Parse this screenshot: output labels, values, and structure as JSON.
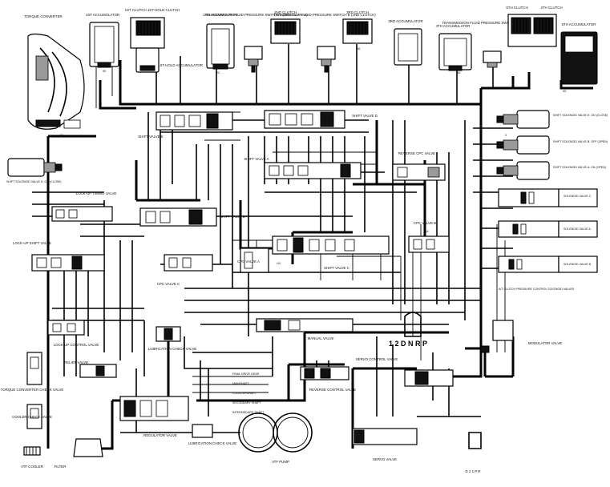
{
  "labels": {
    "torque_converter": "TORQUE CONVERTER",
    "first_accumulator": "1ST ACCUMULATOR",
    "first_clutch_hold": "1ST CLUTCH 1ST-HOLD CLUTCH",
    "first_hold_accumulator": "1ST-HOLD ACCUMULATOR",
    "second_accumulator": "2ND ACCUMULATOR",
    "tfp_switch_a": "TRANSMISSION FLUID PRESSURE SWITCH A (3RD CLUTCH)",
    "second_clutch": "2ND CLUTCH",
    "tfp_switch_b": "TRANSMISSION FLUID PRESSURE SWITCH B (2ND CLUTCH)",
    "third_clutch": "3RD CLUTCH",
    "third_accumulator": "3RD ACCUMULATOR",
    "fourth_accumulator": "4TH ACCUMULATOR",
    "tfp_switch_c": "TRANSMISSION FLUID PRESSURE SWITCH C (4TH CLUTCH)",
    "fifth_clutch": "5TH CLUTCH",
    "fourth_clutch": "4TH CLUTCH",
    "fifth_accumulator": "5TH ACCUMULATOR",
    "shift_solenoid_d": "SHIFT SOLENOID VALVE D: ON (CLOSE)",
    "shift_solenoid_e": "SHIFT SOLENOID VALVE E: ON (CLOSE)",
    "shift_solenoid_b": "SHIFT SOLENOID VALVE B: OFF (OPEN)",
    "shift_solenoid_a": "SHIFT SOLENOID VALVE A: ON (OPEN)",
    "solenoid_c": "SOLENOID VALVE C",
    "solenoid_a": "SOLENOID VALVE A",
    "solenoid_b": "SOLENOID VALVE B",
    "atf_clutch_pcsv": "A/T CLUTCH PRESSURE CONTROL SOLENOID VALVES",
    "shift_valve_e": "SHIFT VALVE E",
    "shift_valve_d": "SHIFT VALVE D",
    "shift_valve_a": "SHIFT VALVE A",
    "shift_valve_b": "SHIFT VALVE B",
    "shift_valve_c": "SHIFT VALVE C",
    "reverse_cpc_valve": "REVERSE CPC VALVE",
    "cpc_valve_a": "CPC VALVE A",
    "cpc_valve_b": "CPC VALVE B",
    "cpc_valve_c": "CPC VALVE C",
    "lockup_timing": "LOCK-UP TIMING VALVE",
    "lockup_shift": "LOCK-UP SHIFT VALVE",
    "lockup_control": "LOCK-UP CONTROL VALVE",
    "relief_valve": "RELIEF VALVE",
    "torque_check": "TORQUE CONVERTER CHECK VALVE",
    "cooler_check": "COOLER CHECK VALVE",
    "atf_cooler": "ATF COOLER",
    "filter": "FILTER",
    "lubrication_check": "LUBRICATION CHECK VALVE",
    "regulator_valve": "REGULATOR VALVE",
    "lubrication_check_2": "LUBRICATION CHECK VALVE",
    "final_drive": "FINAL DRIVE GEAR",
    "mainshaft": "MAINSHAFT",
    "countershaft": "COUNTERSHAFT",
    "secondary_shaft": "SECONDARY SHAFT",
    "intermediate_shaft": "INTERMEDIATE SHAFT",
    "atf_pump": "ATF PUMP",
    "manual_valve": "MANUAL VALVE",
    "servo_control": "SERVO CONTROL VALVE",
    "reverse_control": "REVERSE CONTROL VALVE",
    "servo_valve": "SERVO VALVE",
    "modulator_valve": "MODULATOR VALVE",
    "gear_positions": "1 2 D N R P",
    "gear_positions_v": "D 2 1 P R"
  },
  "ports": {
    "p90": "90",
    "p91": "91",
    "p5s": "5S",
    "p3a": "3A",
    "p4a": "4A",
    "p2c": "2C",
    "hx": "HX",
    "ax": "AX",
    "x": "X"
  },
  "colors": {
    "line": "#000000",
    "background": "#ffffff",
    "solenoid_fill": "#9a9a9a"
  }
}
